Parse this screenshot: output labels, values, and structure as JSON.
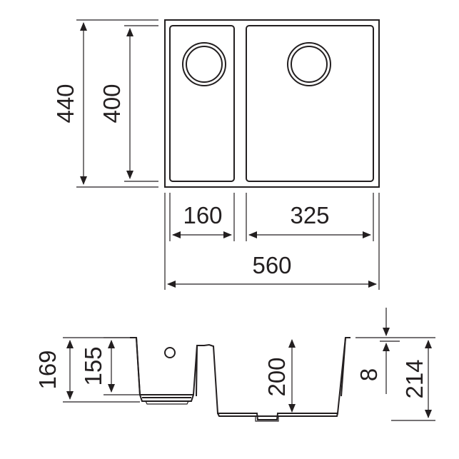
{
  "dimensions": {
    "top_view": {
      "outer_depth": "440",
      "bowl_depth": "400",
      "small_bowl_width": "160",
      "large_bowl_width": "325",
      "overall_width": "560"
    },
    "side_view": {
      "left_total_height": "169",
      "small_bowl_height": "155",
      "large_bowl_height": "200",
      "rim_thickness": "8",
      "right_total_height": "214"
    }
  },
  "icons": {
    "small_drain": "drain-circle",
    "large_drain": "drain-circle",
    "overflow": "overflow-hole"
  },
  "colors": {
    "line": "#231f20",
    "background": "#ffffff"
  }
}
